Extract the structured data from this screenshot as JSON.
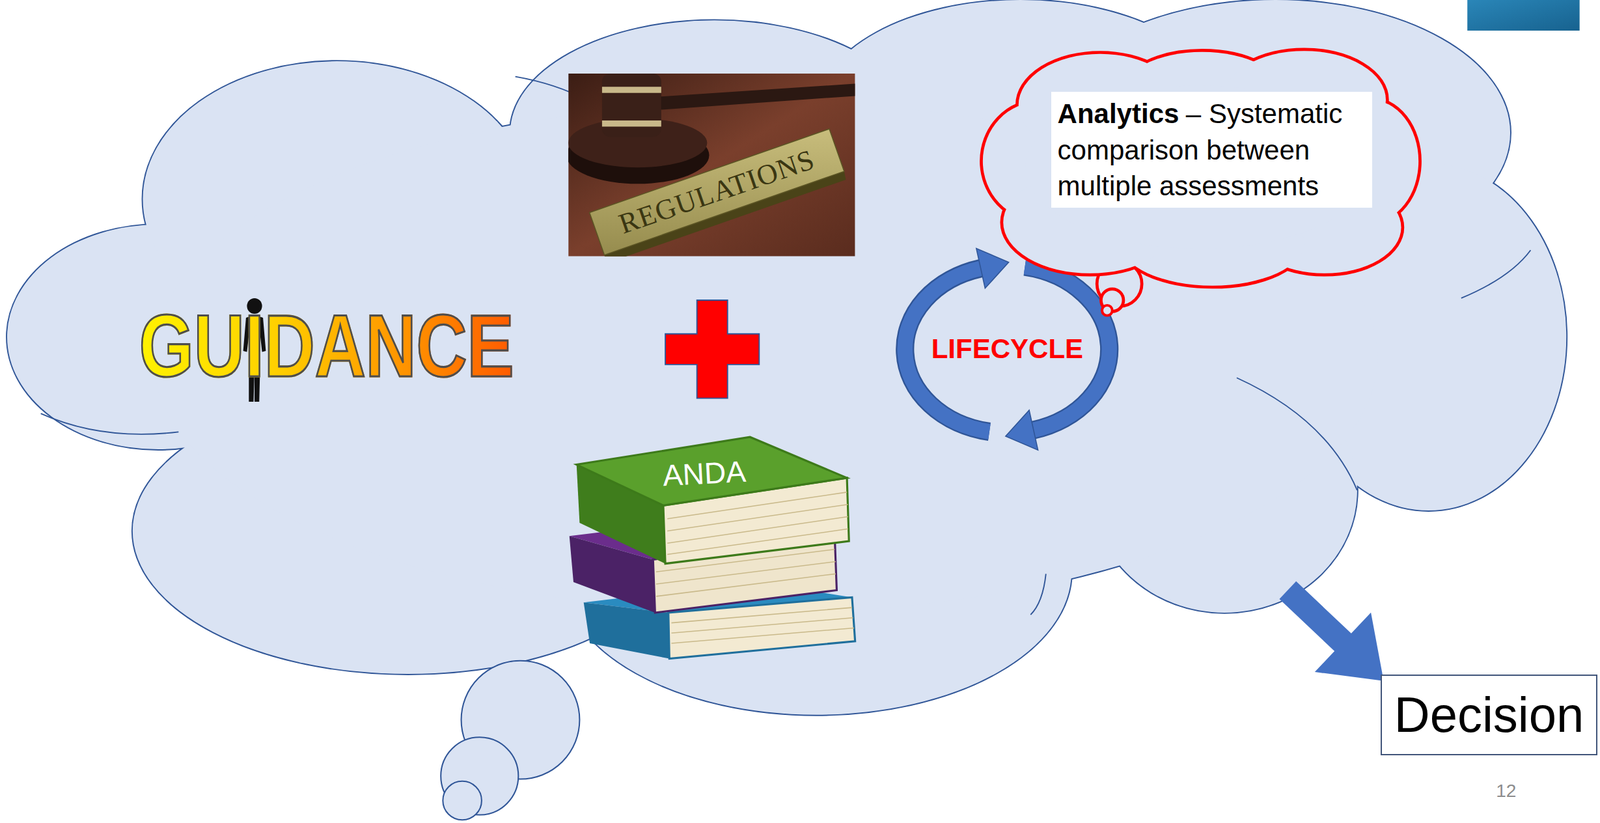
{
  "diagram": {
    "nodes": [
      {
        "text": [
          "Analytics",
          "– Systematic comparison between multiple assessments"
        ]
      },
      {
        "text": [
          "Decision"
        ]
      }
    ],
    "labels": [
      "REGULATIONS",
      "GUIDANCE",
      "LIFECYCLE",
      "ANDA",
      "12"
    ]
  }
}
